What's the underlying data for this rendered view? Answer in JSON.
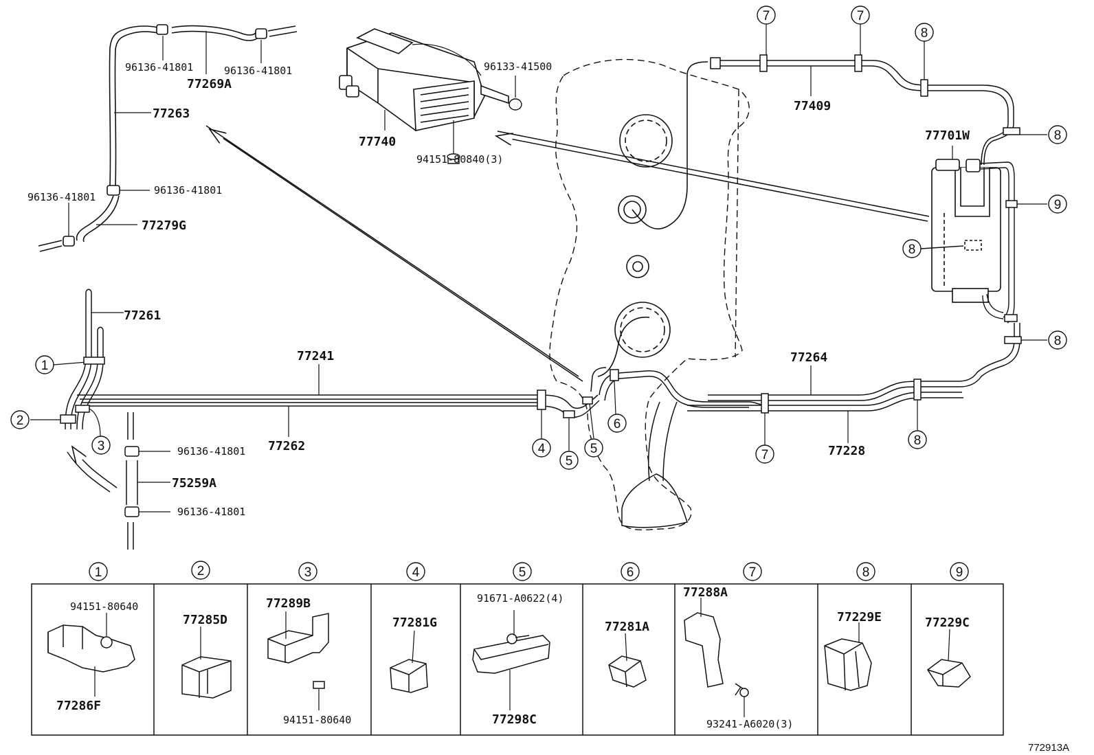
{
  "diagram_code": "772913A",
  "parts": {
    "hose_77269A": "77269A",
    "hose_77263": "77263",
    "hose_77279G": "77279G",
    "clamp_top_left": "96136-41801",
    "clamp_top_right": "96136-41801",
    "clamp_mid_right": "96136-41801",
    "clamp_mid_left": "96136-41801",
    "canister_77740": "77740",
    "clamp_96133": "96133-41500",
    "bolt_94151": "94151-80840(3)",
    "tube_77409": "77409",
    "canister_77701W": "77701W",
    "hose_77261": "77261",
    "tube_77241": "77241",
    "tube_77262": "77262",
    "tube_77264": "77264",
    "tube_77228": "77228",
    "clamp_low_top": "96136-41801",
    "hose_75259A": "75259A",
    "clamp_low_bottom": "96136-41801"
  },
  "callouts": [
    "1",
    "2",
    "3",
    "4",
    "5",
    "6",
    "7",
    "8",
    "9"
  ],
  "legend": [
    {
      "num": "1",
      "parts": [
        "94151-80640",
        "77286F"
      ]
    },
    {
      "num": "2",
      "parts": [
        "77285D"
      ]
    },
    {
      "num": "3",
      "parts": [
        "77289B",
        "94151-80640"
      ]
    },
    {
      "num": "4",
      "parts": [
        "77281G"
      ]
    },
    {
      "num": "5",
      "parts": [
        "91671-A0622(4)",
        "77298C"
      ]
    },
    {
      "num": "6",
      "parts": [
        "77281A"
      ]
    },
    {
      "num": "7",
      "parts": [
        "77288A",
        "93241-A6020(3)"
      ]
    },
    {
      "num": "8",
      "parts": [
        "77229E"
      ]
    },
    {
      "num": "9",
      "parts": [
        "77229C"
      ]
    }
  ]
}
